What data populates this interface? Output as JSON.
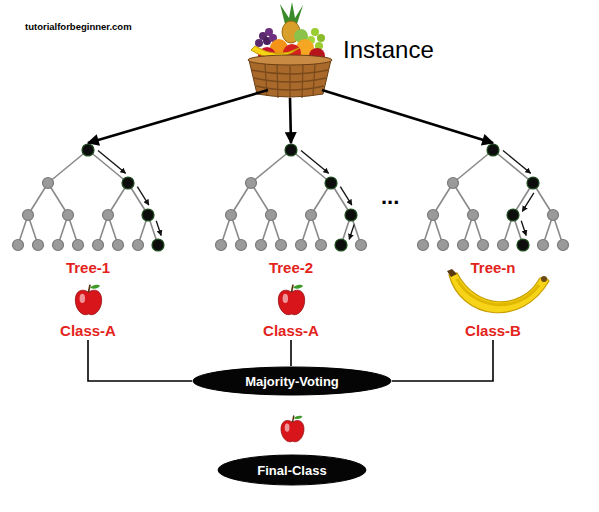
{
  "diagram": {
    "nodes": [
      {
        "text": [
          "Instance"
        ]
      },
      {
        "text": [
          "Tree-1",
          "Class-A"
        ]
      },
      {
        "text": [
          "Tree-2",
          "Class-A"
        ]
      },
      {
        "text": [
          "Tree-n",
          "Class-B"
        ]
      },
      {
        "text": [
          "Majority-Voting"
        ]
      },
      {
        "text": [
          "Final-Class"
        ]
      }
    ],
    "edges": [
      {
        "from": 0,
        "to": 1,
        "arrow": "to"
      },
      {
        "from": 0,
        "to": 2,
        "arrow": "to"
      },
      {
        "from": 0,
        "to": 3,
        "arrow": "to"
      },
      {
        "from": 1,
        "to": 4,
        "arrow": "none"
      },
      {
        "from": 2,
        "to": 4,
        "arrow": "none"
      },
      {
        "from": 3,
        "to": 4,
        "arrow": "none"
      }
    ],
    "labels": [
      "tutorialforbeginner.com",
      "..."
    ]
  }
}
